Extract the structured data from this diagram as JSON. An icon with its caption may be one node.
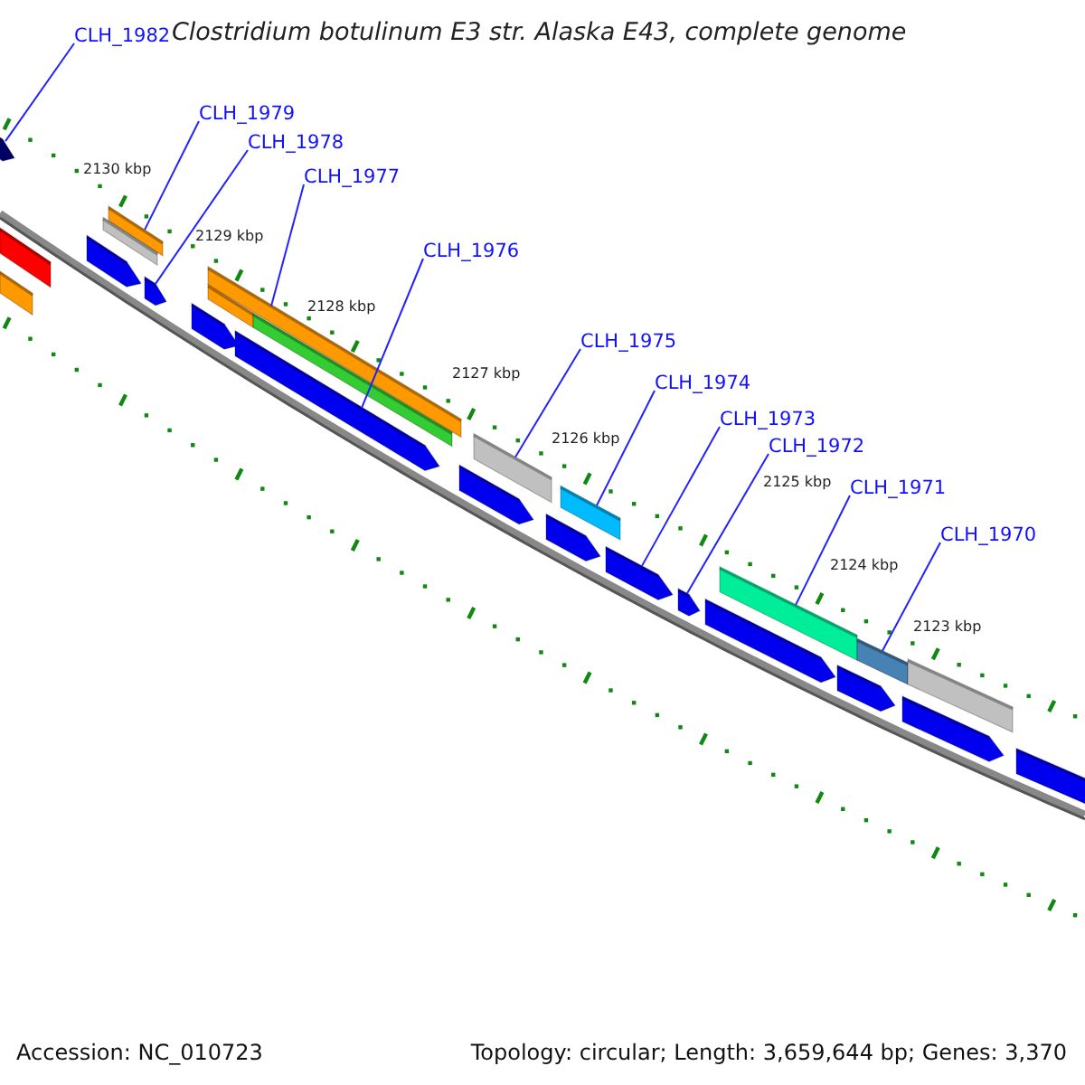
{
  "diagram": {
    "title": "Clostridium botulinum E3 str. Alaska E43, complete genome",
    "nodes": [
      {
        "text": [
          "CLH_1982"
        ]
      },
      {
        "text": [
          "CLH_1979"
        ]
      },
      {
        "text": [
          "CLH_1978"
        ]
      },
      {
        "text": [
          "CLH_1977"
        ]
      },
      {
        "text": [
          "CLH_1976"
        ]
      },
      {
        "text": [
          "CLH_1975"
        ]
      },
      {
        "text": [
          "CLH_1974"
        ]
      },
      {
        "text": [
          "CLH_1973"
        ]
      },
      {
        "text": [
          "CLH_1972"
        ]
      },
      {
        "text": [
          "CLH_1971"
        ]
      },
      {
        "text": [
          "CLH_1970"
        ]
      },
      {
        "text": [],
        "shape": "bar"
      },
      {
        "text": [],
        "shape": "bar"
      },
      {
        "text": [],
        "shape": "bar"
      },
      {
        "text": [],
        "shape": "bar"
      },
      {
        "text": [],
        "shape": "bar"
      },
      {
        "text": [],
        "shape": "bar"
      },
      {
        "text": [],
        "shape": "bar"
      },
      {
        "text": [],
        "shape": "bar"
      },
      {
        "text": [],
        "shape": "bar"
      },
      {
        "text": [],
        "shape": "bar"
      },
      {
        "text": [],
        "shape": "bar"
      }
    ],
    "edges": [
      {
        "from": 0,
        "to": 11,
        "arrow": "none"
      },
      {
        "from": 1,
        "to": 12,
        "arrow": "none"
      },
      {
        "from": 2,
        "to": 13,
        "arrow": "none"
      },
      {
        "from": 3,
        "to": 14,
        "arrow": "none"
      },
      {
        "from": 4,
        "to": 15,
        "arrow": "none"
      },
      {
        "from": 5,
        "to": 16,
        "arrow": "none"
      },
      {
        "from": 6,
        "to": 17,
        "arrow": "none"
      },
      {
        "from": 7,
        "to": 18,
        "arrow": "none"
      },
      {
        "from": 8,
        "to": 19,
        "arrow": "none"
      },
      {
        "from": 9,
        "to": 20,
        "arrow": "none"
      },
      {
        "from": 10,
        "to": 21,
        "arrow": "none"
      }
    ],
    "labels": [
      "2130 kbp",
      "2129 kbp",
      "2128 kbp",
      "2127 kbp",
      "2126 kbp",
      "2125 kbp",
      "2124 kbp",
      "2123 kbp",
      "Accession: NC_010723",
      "Topology: circular; Length: 3,659,644 bp; Genes: 3,370"
    ]
  }
}
